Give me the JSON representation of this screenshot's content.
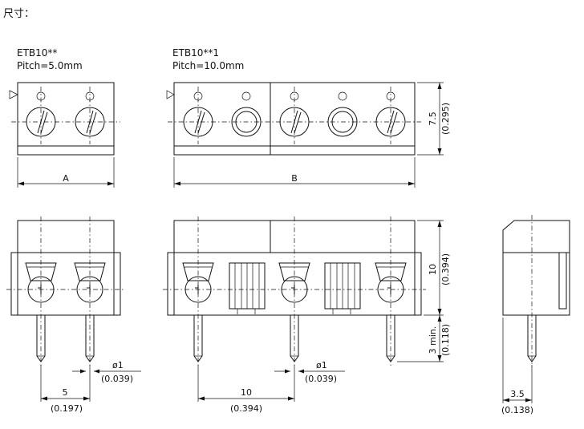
{
  "heading": "尺寸：",
  "variants": [
    {
      "model": "ETB10**",
      "pitch": "Pitch=5.0mm"
    },
    {
      "model": "ETB10**1",
      "pitch": "Pitch=10.0mm"
    }
  ],
  "dimensions": {
    "width_a": "A",
    "width_b": "B",
    "depth_mm": "7.5",
    "depth_in": "(0.295)",
    "height_mm": "10",
    "height_in": "(0.394)",
    "pin_len_mm": "3 min.",
    "pin_len_in": "(0.118)",
    "pin_dia_mm": "ø1",
    "pin_dia_in": "(0.039)",
    "pitch5_mm": "5",
    "pitch5_in": "(0.197)",
    "pitch10_mm": "10",
    "pitch10_in": "(0.394)",
    "side_mm": "3.5",
    "side_in": "(0.138)"
  }
}
